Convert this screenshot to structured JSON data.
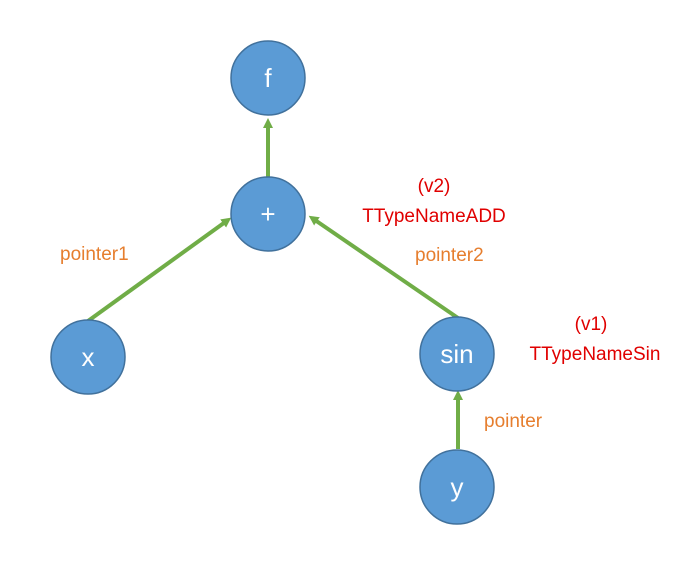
{
  "colors": {
    "node_fill": "#5b9bd5",
    "node_stroke": "#41719c",
    "edge": "#70ad47",
    "edge_label": "#e67e2e",
    "annotation": "#e00000"
  },
  "nodes": {
    "f": {
      "label": "f"
    },
    "plus": {
      "label": "+"
    },
    "x": {
      "label": "x"
    },
    "sin": {
      "label": "sin"
    },
    "y": {
      "label": "y"
    }
  },
  "edge_labels": {
    "x_to_plus": "pointer1",
    "sin_to_plus": "pointer2",
    "y_to_sin": "pointer"
  },
  "annotations": {
    "plus": {
      "id": "(v2)",
      "type": "TTypeNameADD"
    },
    "sin": {
      "id": "(v1)",
      "type": "TTypeNameSin"
    }
  }
}
